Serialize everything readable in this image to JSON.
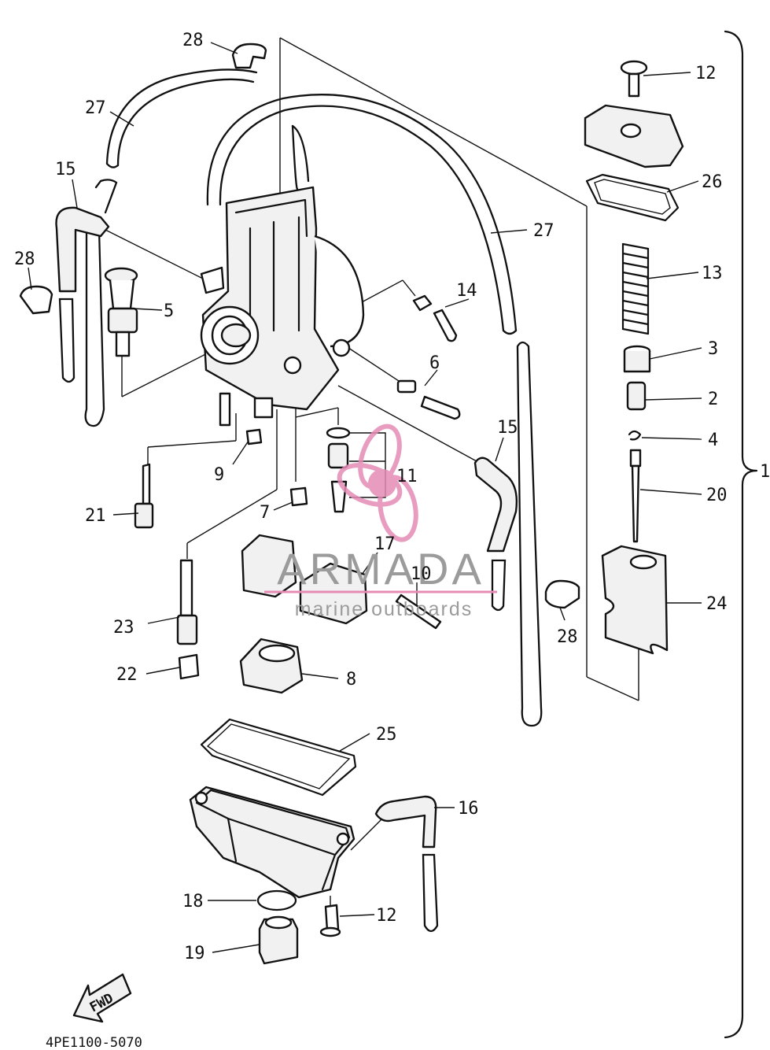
{
  "callouts": [
    {
      "id": "c28a",
      "text": "28"
    },
    {
      "id": "c27a",
      "text": "27"
    },
    {
      "id": "c15a",
      "text": "15"
    },
    {
      "id": "c28b",
      "text": "28"
    },
    {
      "id": "c5",
      "text": "5"
    },
    {
      "id": "c14",
      "text": "14"
    },
    {
      "id": "c6",
      "text": "6"
    },
    {
      "id": "c27b",
      "text": "27"
    },
    {
      "id": "c15b",
      "text": "15"
    },
    {
      "id": "c9",
      "text": "9"
    },
    {
      "id": "c21",
      "text": "21"
    },
    {
      "id": "c11",
      "text": "11"
    },
    {
      "id": "c7",
      "text": "7"
    },
    {
      "id": "c17",
      "text": "17"
    },
    {
      "id": "c10",
      "text": "10"
    },
    {
      "id": "c23",
      "text": "23"
    },
    {
      "id": "c22",
      "text": "22"
    },
    {
      "id": "c8",
      "text": "8"
    },
    {
      "id": "c28c",
      "text": "28"
    },
    {
      "id": "c25",
      "text": "25"
    },
    {
      "id": "c16",
      "text": "16"
    },
    {
      "id": "c18",
      "text": "18"
    },
    {
      "id": "c12b",
      "text": "12"
    },
    {
      "id": "c19",
      "text": "19"
    },
    {
      "id": "c12a",
      "text": "12"
    },
    {
      "id": "c26",
      "text": "26"
    },
    {
      "id": "c13",
      "text": "13"
    },
    {
      "id": "c3",
      "text": "3"
    },
    {
      "id": "c2",
      "text": "2"
    },
    {
      "id": "c4",
      "text": "4"
    },
    {
      "id": "c20",
      "text": "20"
    },
    {
      "id": "c24",
      "text": "24"
    },
    {
      "id": "c1",
      "text": "1"
    }
  ],
  "fwd_label": "FWD",
  "part_code": "4PE1100-5070",
  "watermark": {
    "brand": "ARMADA",
    "tagline": "marine outboards",
    "logo_color": "#e58bb5",
    "text_color": "#9b9b9b"
  }
}
